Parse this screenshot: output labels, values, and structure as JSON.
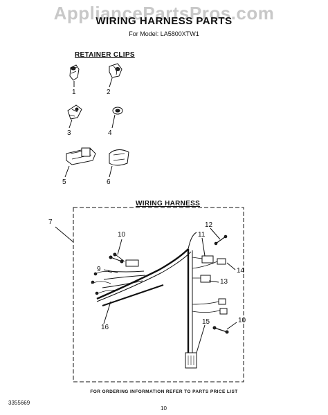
{
  "watermark": "AppliancePartsPros.com",
  "title": "WIRING HARNESS PARTS",
  "model_line": "For Model: LA5800XTW1",
  "sections": {
    "retainer_clips": "RETAINER CLIPS",
    "wiring_harness": "WIRING HARNESS"
  },
  "callouts": {
    "c1": "1",
    "c2": "2",
    "c3": "3",
    "c4": "4",
    "c5": "5",
    "c6": "6",
    "c7": "7",
    "c9": "9",
    "c10a": "10",
    "c10b": "10",
    "c11": "11",
    "c12": "12",
    "c13": "13",
    "c14": "14",
    "c15": "15",
    "c16": "16"
  },
  "footer_note": "FOR ORDERING INFORMATION REFER TO PARTS PRICE LIST",
  "doc_number": "3355669",
  "page_number": "10"
}
